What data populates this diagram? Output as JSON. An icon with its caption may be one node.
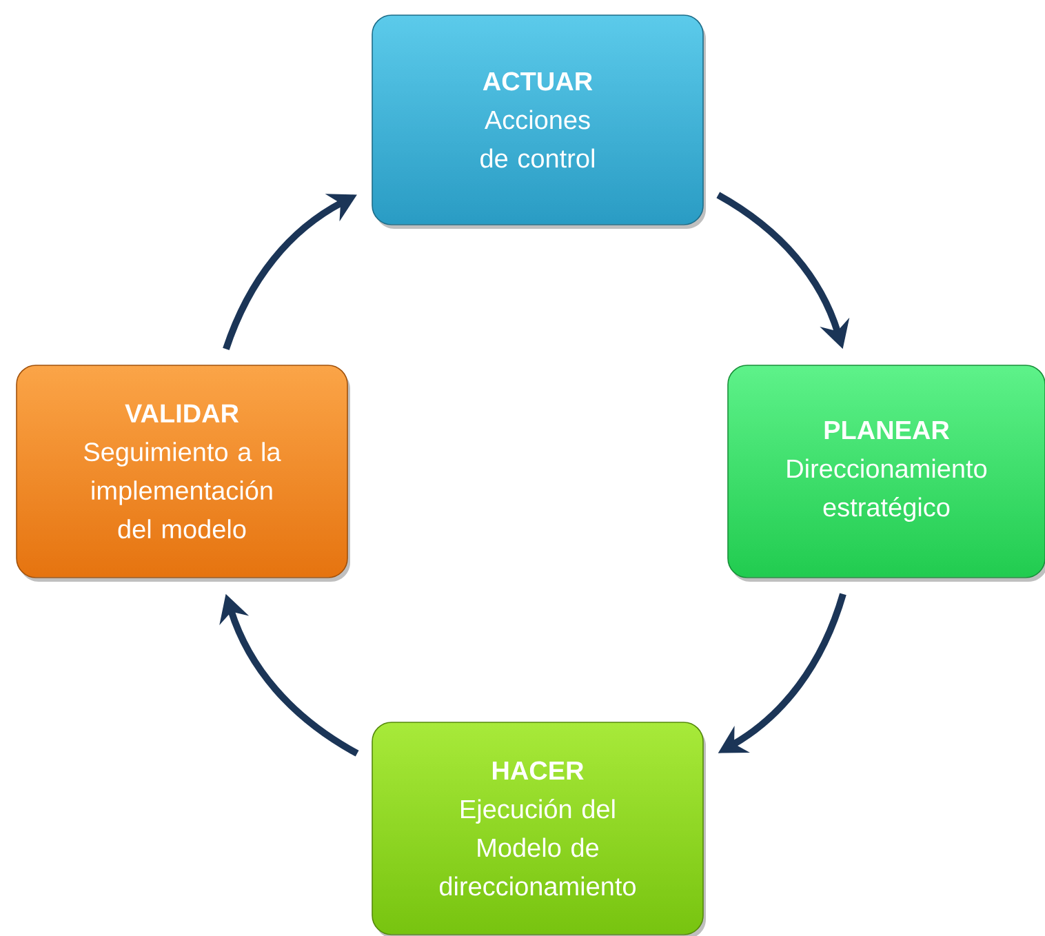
{
  "diagram": {
    "nodes": [
      {
        "text": [
          "ACTUAR",
          "Acciones de control"
        ]
      },
      {
        "text": [
          "PLANEAR",
          "Direccionamiento estratégico"
        ]
      },
      {
        "text": [
          "HACER",
          "Ejecución del Modelo de direccionamiento"
        ]
      },
      {
        "text": [
          "VALIDAR",
          "Seguimiento a la implementación del modelo"
        ]
      }
    ],
    "edges": [
      {
        "from": 0,
        "to": 1,
        "arrow": "to"
      },
      {
        "from": 1,
        "to": 2,
        "arrow": "to"
      },
      {
        "from": 2,
        "to": 3,
        "arrow": "to"
      },
      {
        "from": 3,
        "to": 0,
        "arrow": "to"
      }
    ]
  }
}
